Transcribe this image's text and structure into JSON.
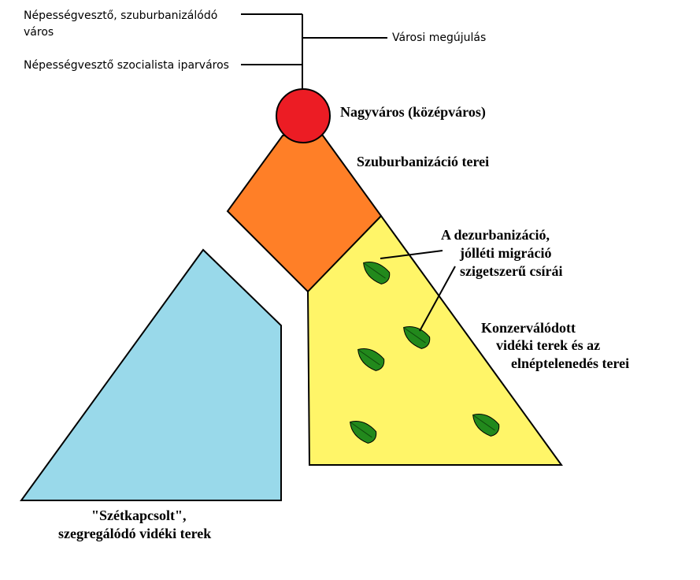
{
  "labels": {
    "depop_suburbanizing_line1": "Népességvesztő, szuburbanizálódó",
    "depop_suburbanizing_line2": "város",
    "urban_renewal": "Városi megújulás",
    "depop_socialist_industrial": "Népességvesztő szocialista iparváros",
    "big_city": "Nagyváros (középváros)",
    "suburbanization_spaces": "Szuburbanizáció terei",
    "desurbanization_line1": "A dezurbanizáció,",
    "desurbanization_line2": "jólléti migráció",
    "desurbanization_line3": "szigetszerű csírái",
    "preserved_rural_line1": "Konzerválódott",
    "preserved_rural_line2": "vidéki terek és az",
    "preserved_rural_line3": "elnéptelenedés terei",
    "fragmented_line1": "\"Szétkapcsolt\",",
    "fragmented_line2": "szegregálódó vidéki terek"
  },
  "colors": {
    "big_city": "#ec1c24",
    "suburban": "#ff7f27",
    "rural_preserved": "#fff568",
    "fragmented_rural": "#99d9ea",
    "leaf": "#22891c",
    "outline": "#000000"
  },
  "icons": {
    "leaf": "leaf-icon"
  }
}
